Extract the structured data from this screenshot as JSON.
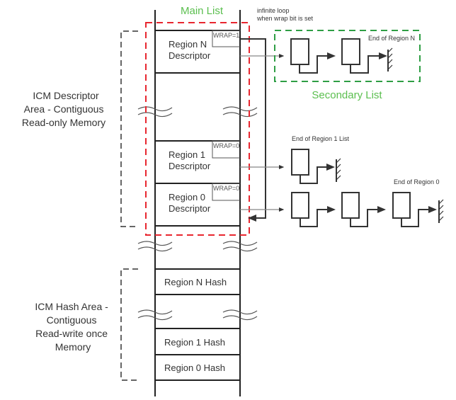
{
  "colors": {
    "main_list": "#e8262f",
    "secondary_list": "#2e9e44",
    "title_green": "#5bbf4f"
  },
  "main_list_title": "Main List",
  "secondary_list_title": "Secondary List",
  "loop_note": [
    "infinite loop",
    "when wrap bit is set"
  ],
  "descriptor_area_label": [
    "ICM Descriptor",
    "Area - Contiguous",
    "Read-only Memory"
  ],
  "hash_area_label": [
    "ICM Hash Area -",
    "Contiguous",
    "Read-write once",
    "Memory"
  ],
  "descriptors": [
    {
      "name": [
        "Region N",
        "Descriptor"
      ],
      "wrap": "WRAP=1"
    },
    {
      "name": [
        "Region 1",
        "Descriptor"
      ],
      "wrap": "WRAP=0"
    },
    {
      "name": [
        "Region 0",
        "Descriptor"
      ],
      "wrap": "WRAP=0"
    }
  ],
  "hashes": [
    "Region N Hash",
    "Region 1 Hash",
    "Region 0 Hash"
  ],
  "list_end_labels": {
    "region_n": "End of Region N",
    "region_1": "End of Region 1 List",
    "region_0": "End of Region 0"
  }
}
